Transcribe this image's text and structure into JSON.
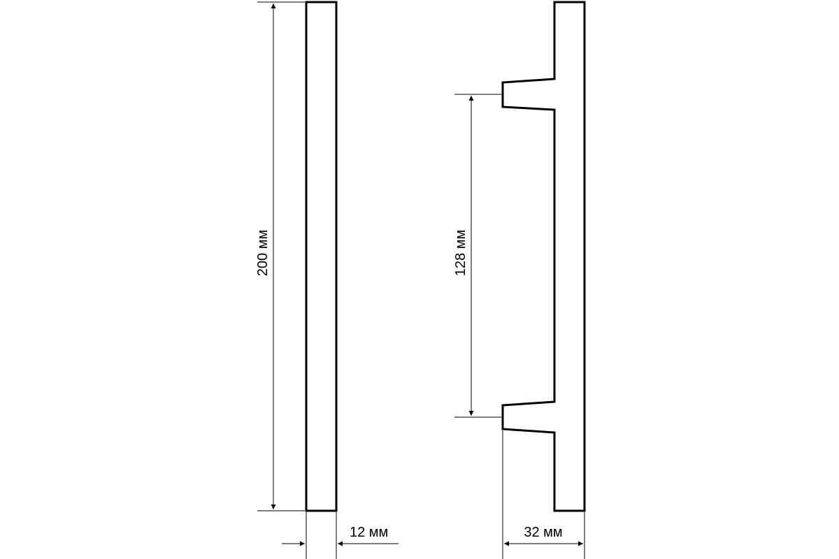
{
  "dimensions": {
    "overall_length": "200 мм",
    "bar_diameter": "12 мм",
    "hole_spacing": "128 мм",
    "projection": "32 мм"
  }
}
